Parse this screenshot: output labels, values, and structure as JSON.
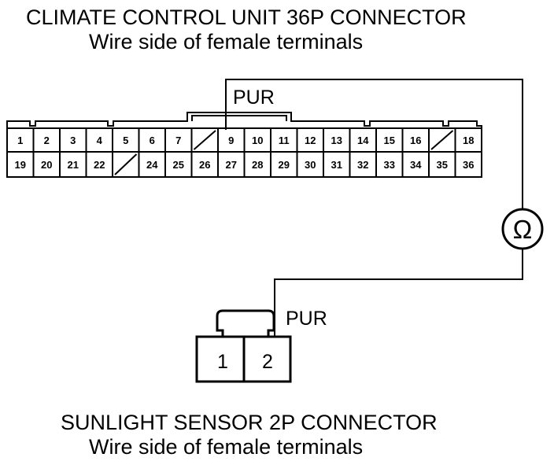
{
  "header": {
    "title": "CLIMATE CONTROL UNIT 36P CONNECTOR",
    "subtitle": "Wire side of female terminals"
  },
  "footer": {
    "title": "SUNLIGHT SENSOR 2P CONNECTOR",
    "subtitle": "Wire side of female terminals"
  },
  "wires": {
    "top_color": "PUR",
    "bottom_color": "PUR"
  },
  "meter": {
    "symbol": "Ω",
    "icon": "ohmmeter-icon"
  },
  "connector36": {
    "row1": [
      "1",
      "2",
      "3",
      "4",
      "5",
      "6",
      "7",
      "",
      "9",
      "10",
      "11",
      "12",
      "13",
      "14",
      "15",
      "16",
      "",
      "18"
    ],
    "row2": [
      "19",
      "20",
      "21",
      "22",
      "",
      "24",
      "25",
      "26",
      "27",
      "28",
      "29",
      "30",
      "31",
      "32",
      "33",
      "34",
      "35",
      "36"
    ]
  },
  "connector2": {
    "pins": [
      "1",
      "2"
    ]
  }
}
